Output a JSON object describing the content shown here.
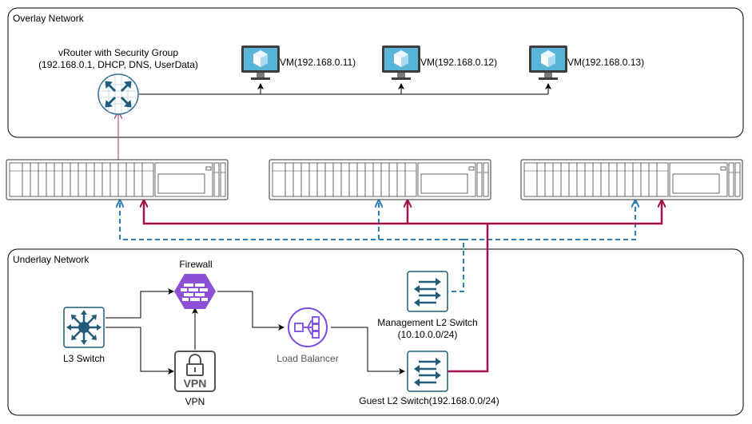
{
  "overlay": {
    "title": "Overlay Network",
    "vrouter_label_1": "vRouter with Security Group",
    "vrouter_label_2": "(192.168.0.1, DHCP, DNS, UserData)",
    "vms": [
      {
        "label": "VM(192.168.0.11)"
      },
      {
        "label": "VM(192.168.0.12)"
      },
      {
        "label": "VM(192.168.0.13)"
      }
    ]
  },
  "underlay": {
    "title": "Underlay Network",
    "firewall": "Firewall",
    "l3_switch": "L3 Switch",
    "vpn": "VPN",
    "vpn_icon_text": "VPN",
    "load_balancer": "Load Balancer",
    "mgmt_switch_1": "Management L2 Switch",
    "mgmt_switch_2": "(10.10.0.0/24)",
    "guest_switch": "Guest L2 Switch(192.168.0.0/24)"
  },
  "colors": {
    "guest_link": "#A50F4B",
    "mgmt_link": "#2B7FB0",
    "vrouter_link": "#B3577E",
    "switch_icon": "#215C78",
    "firewall_icon": "#8C4FD6",
    "lb_icon": "#7B4AE0",
    "vm_icon": "#59B4D9",
    "vpn_icon": "#555555"
  }
}
